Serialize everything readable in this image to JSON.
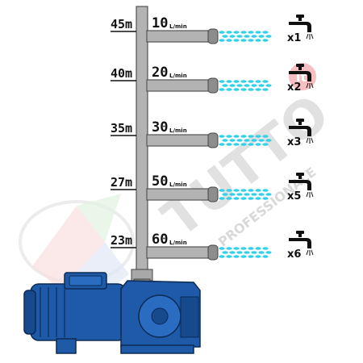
{
  "watermark": {
    "text": "TUTTO",
    "subtext": "PROFESSIONALE",
    "badge": "it",
    "color_red": "#e63946",
    "color_gray": "#bbbbbb"
  },
  "colors": {
    "pipe_fill": "#b3b3b3",
    "pipe_stroke": "#555555",
    "water": "#33d1e8",
    "pump_blue": "#1e5aa8",
    "pump_dark": "#123e7a",
    "tap": "#111111"
  },
  "outlets": [
    {
      "height_label": "45m",
      "flow_value": "10",
      "flow_unit": "L/min",
      "count_label": "x1"
    },
    {
      "height_label": "40m",
      "flow_value": "20",
      "flow_unit": "L/min",
      "count_label": "x2"
    },
    {
      "height_label": "35m",
      "flow_value": "30",
      "flow_unit": "L/min",
      "count_label": "x3"
    },
    {
      "height_label": "27m",
      "flow_value": "50",
      "flow_unit": "L/min",
      "count_label": "x5"
    },
    {
      "height_label": "23m",
      "flow_value": "60",
      "flow_unit": "L/min",
      "count_label": "x6"
    }
  ],
  "icons": {
    "tap": "faucet-icon",
    "water": "water-flow-icon",
    "pump": "water-pump-icon"
  }
}
